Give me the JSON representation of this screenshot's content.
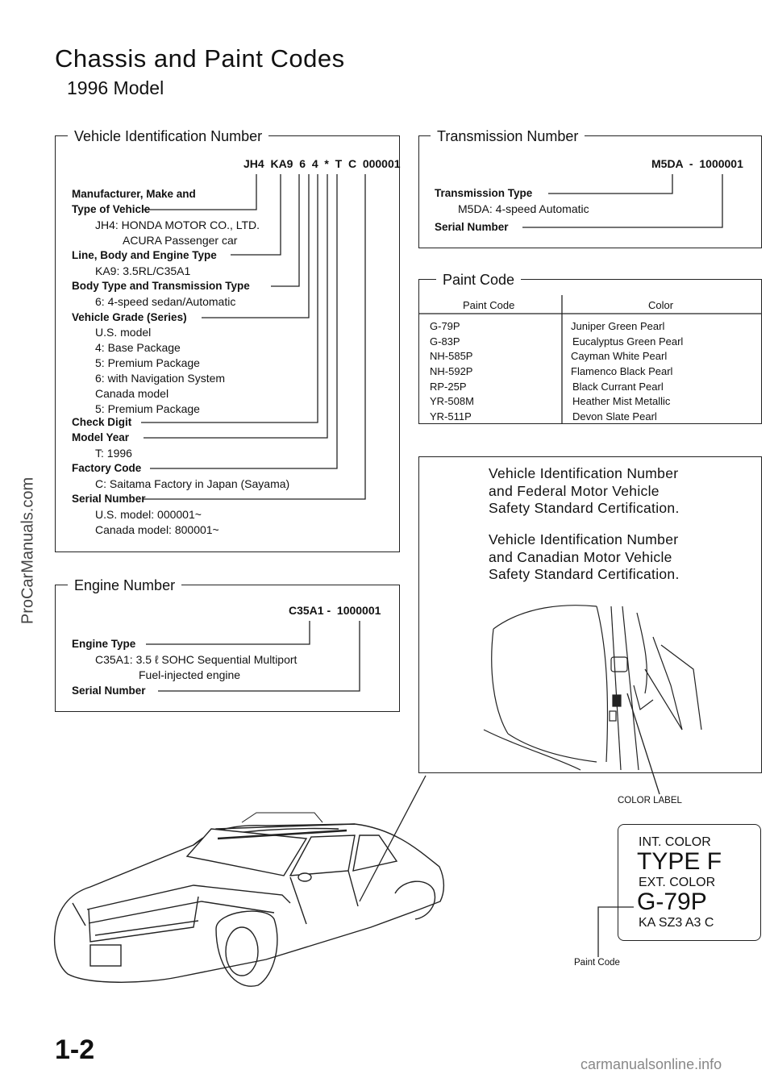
{
  "header": {
    "title": "Chassis and Paint Codes",
    "model": "1996 Model"
  },
  "side_watermark": "ProCarManuals.com",
  "vin_box": {
    "legend": "Vehicle Identification Number",
    "code": "JH4  KA9  6  4  *  T  C  000001",
    "items": [
      {
        "label": "Manufacturer, Make and",
        "bold": true
      },
      {
        "label": "Type of Vehicle",
        "bold": true
      },
      {
        "label": "JH4: HONDA MOTOR CO., LTD.",
        "bold": false
      },
      {
        "label": "ACURA Passenger car",
        "bold": false
      },
      {
        "label": "Line, Body and Engine Type",
        "bold": true
      },
      {
        "label": "KA9: 3.5RL/C35A1",
        "bold": false
      },
      {
        "label": "Body Type and Transmission Type",
        "bold": true
      },
      {
        "label": "6: 4-speed sedan/Automatic",
        "bold": false
      },
      {
        "label": "Vehicle Grade (Series)",
        "bold": true
      },
      {
        "label": "U.S. model",
        "bold": false
      },
      {
        "label": "4: Base Package",
        "bold": false
      },
      {
        "label": "5: Premium Package",
        "bold": false
      },
      {
        "label": "6: with Navigation System",
        "bold": false
      },
      {
        "label": "Canada model",
        "bold": false
      },
      {
        "label": "5: Premium Package",
        "bold": false
      },
      {
        "label": "Check Digit",
        "bold": true
      },
      {
        "label": "Model Year",
        "bold": true
      },
      {
        "label": "T: 1996",
        "bold": false
      },
      {
        "label": "Factory Code",
        "bold": true
      },
      {
        "label": "C: Saitama Factory in Japan (Sayama)",
        "bold": false
      },
      {
        "label": "Serial Number",
        "bold": true
      },
      {
        "label": "U.S. model: 000001~",
        "bold": false
      },
      {
        "label": "Canada model: 800001~",
        "bold": false
      }
    ]
  },
  "engine_box": {
    "legend": "Engine Number",
    "code": "C35A1 -  1000001",
    "items": [
      {
        "label": "Engine Type"
      },
      {
        "label": "C35A1: 3.5 ℓ SOHC Sequential Multiport"
      },
      {
        "label": "Fuel-injected engine"
      },
      {
        "label": "Serial Number"
      }
    ]
  },
  "trans_box": {
    "legend": "Transmission Number",
    "code": "M5DA  -  1000001",
    "items": [
      {
        "label": "Transmission Type"
      },
      {
        "label": "M5DA: 4-speed Automatic"
      },
      {
        "label": "Serial Number"
      }
    ]
  },
  "paint_box": {
    "legend": "Paint Code",
    "col_code": "Paint Code",
    "col_color": "Color",
    "rows": [
      {
        "code": "G-79P",
        "color": "Juniper Green Pearl"
      },
      {
        "code": "G-83P",
        "color": "Eucalyptus Green Pearl"
      },
      {
        "code": "NH-585P",
        "color": "Cayman White Pearl"
      },
      {
        "code": "NH-592P",
        "color": "Flamenco Black Pearl"
      },
      {
        "code": "RP-25P",
        "color": "Black Currant Pearl"
      },
      {
        "code": "YR-508M",
        "color": "Heather Mist Metallic"
      },
      {
        "code": "YR-511P",
        "color": "Devon Slate Pearl"
      }
    ]
  },
  "location_box": {
    "para1": [
      "Vehicle Identification Number",
      "and Federal Motor Vehicle",
      "Safety Standard Certification."
    ],
    "para2": [
      "Vehicle Identification Number",
      "and Canadian Motor Vehicle",
      "Safety Standard Certification."
    ]
  },
  "color_label": {
    "caption": "COLOR LABEL",
    "int_label": "INT. COLOR",
    "int_value": "TYPE F",
    "ext_label": "EXT. COLOR",
    "ext_value": "G-79P",
    "code_line": "KA  SZ3  A3  C",
    "paint_code_caption": "Paint Code"
  },
  "page_number": "1-2",
  "footer": "carmanualsonline.info"
}
